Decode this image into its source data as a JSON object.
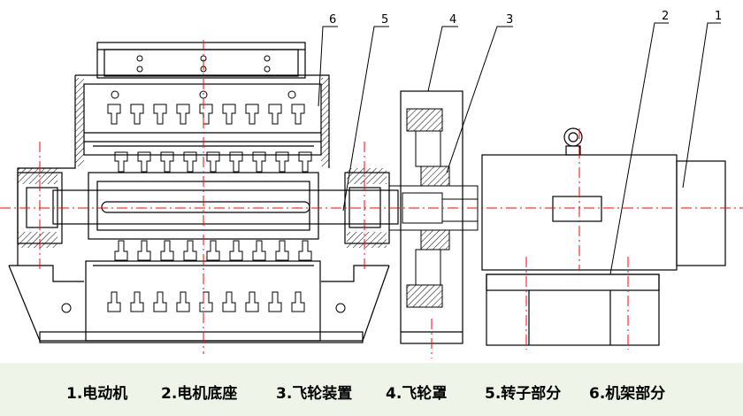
{
  "callouts": [
    {
      "number": "1"
    },
    {
      "number": "2"
    },
    {
      "number": "3"
    },
    {
      "number": "4"
    },
    {
      "number": "5"
    },
    {
      "number": "6"
    }
  ],
  "legend": [
    {
      "text": "1.电动机"
    },
    {
      "text": "2.电机底座"
    },
    {
      "text": "3.飞轮装置"
    },
    {
      "text": "4.飞轮罩"
    },
    {
      "text": "5.转子部分"
    },
    {
      "text": "6.机架部分"
    }
  ],
  "colors": {
    "line": "#000000",
    "centerline": "#ff0000",
    "background": "#ffffff",
    "legend_band": "#eef4e8"
  }
}
